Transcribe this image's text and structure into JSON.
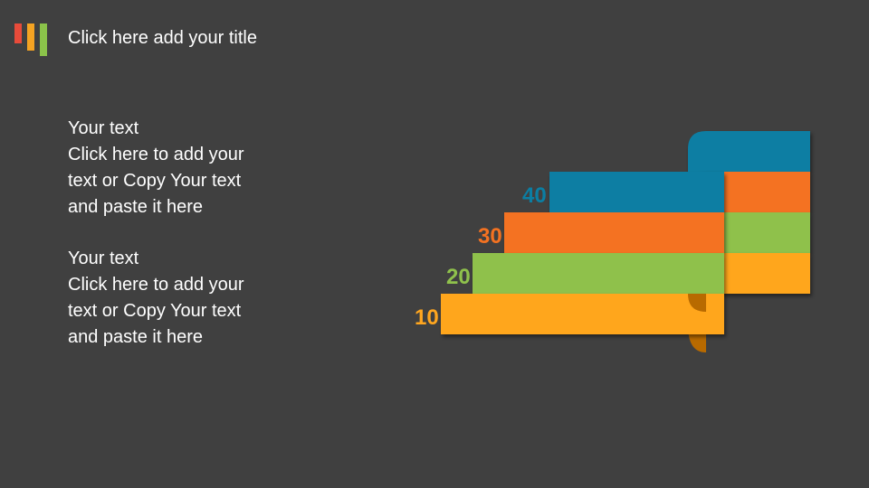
{
  "title": "Click here add your title",
  "text_blocks": [
    {
      "heading": "Your text",
      "lines": [
        "Click here to add your",
        "text or Copy Your text",
        "and paste it here"
      ]
    },
    {
      "heading": "Your text",
      "lines": [
        "Click here to add your",
        "text or Copy Your text",
        "and paste it here"
      ]
    }
  ],
  "steps": [
    {
      "label": "10",
      "color": "#ffa61f",
      "shade": "#b86a00"
    },
    {
      "label": "20",
      "color": "#8fc14c",
      "shade": "#5d8a22"
    },
    {
      "label": "30",
      "color": "#f47221",
      "shade": "#b5460a"
    },
    {
      "label": "40",
      "color": "#0b7ea3",
      "shade": "#064f66"
    }
  ],
  "colors": {
    "background": "#404040",
    "text": "#ffffff"
  }
}
